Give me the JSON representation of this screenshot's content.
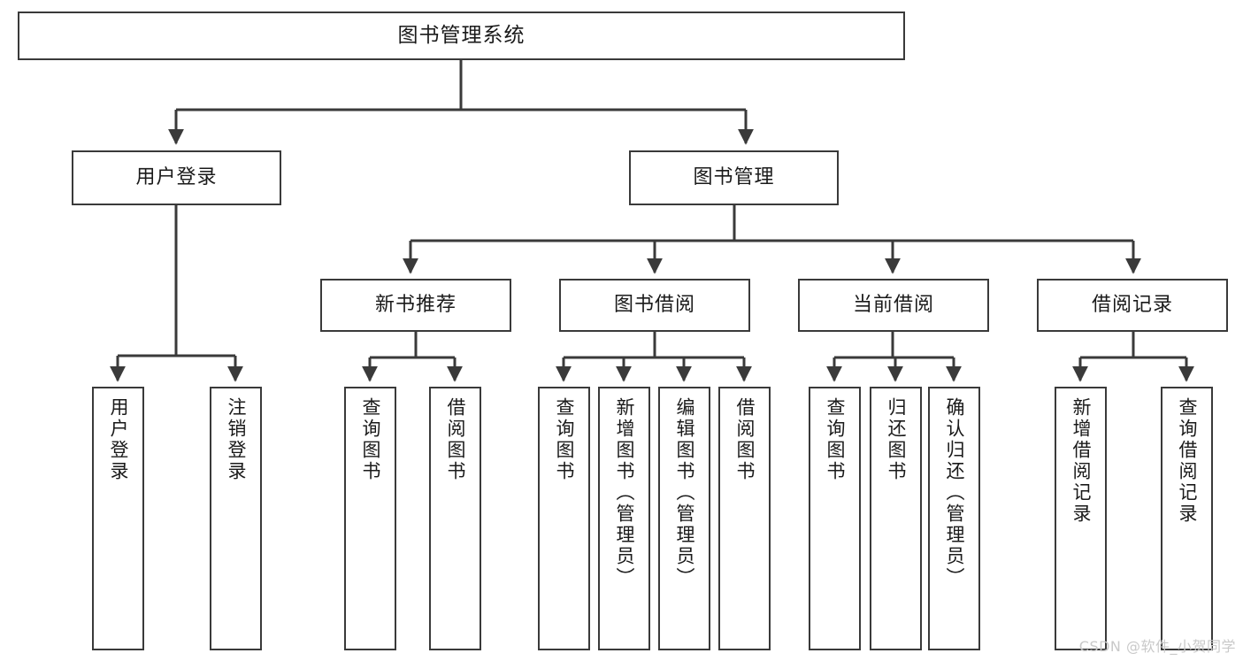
{
  "diagram": {
    "title": "图书管理系统",
    "type": "hierarchy-tree",
    "watermark": "CSDN @软件_小贺同学",
    "colors": {
      "border": "#3a3a3a",
      "background": "#ffffff",
      "text": "#1a1a1a",
      "watermark": "#c9c9c9"
    },
    "nodes": {
      "root": {
        "label": "图书管理系统"
      },
      "level2": [
        {
          "label": "用户登录"
        },
        {
          "label": "图书管理"
        }
      ],
      "level3": [
        {
          "label": "新书推荐"
        },
        {
          "label": "图书借阅"
        },
        {
          "label": "当前借阅"
        },
        {
          "label": "借阅记录"
        }
      ],
      "leaves_user_login": [
        {
          "label": "用户登录"
        },
        {
          "label": "注销登录"
        }
      ],
      "leaves_new_books": [
        {
          "label": "查询图书"
        },
        {
          "label": "借阅图书"
        }
      ],
      "leaves_borrow": [
        {
          "label": "查询图书"
        },
        {
          "label": "新增图书（管理员）"
        },
        {
          "label": "编辑图书（管理员）"
        },
        {
          "label": "借阅图书"
        }
      ],
      "leaves_current": [
        {
          "label": "查询图书"
        },
        {
          "label": "归还图书"
        },
        {
          "label": "确认归还（管理员）"
        }
      ],
      "leaves_records": [
        {
          "label": "新增借阅记录"
        },
        {
          "label": "查询借阅记录"
        }
      ]
    }
  }
}
